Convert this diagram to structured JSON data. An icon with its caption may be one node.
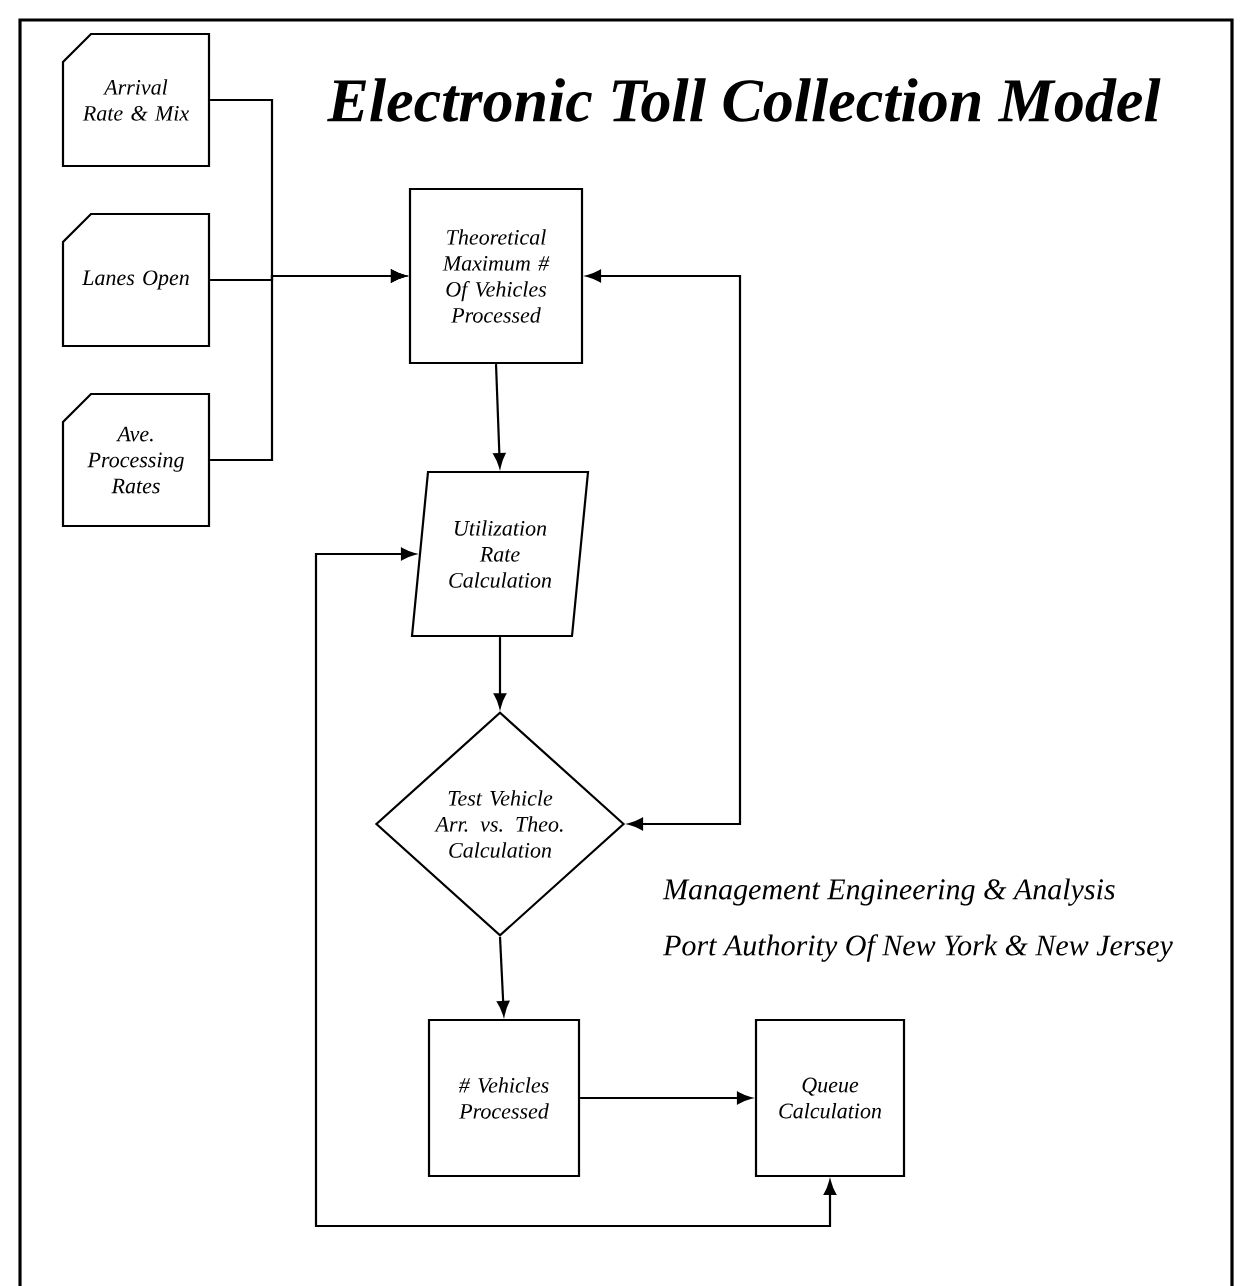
{
  "diagram": {
    "title": "Electronic Toll Collection Model",
    "nodes": [
      {
        "text": [
          "Arrival Rate & Mix"
        ]
      },
      {
        "text": [
          "Lanes Open"
        ]
      },
      {
        "text": [
          "Ave. Processing Rates"
        ]
      },
      {
        "text": [
          "Theoretical Maximum # Of Vehicles Processed"
        ]
      },
      {
        "text": [
          "Utilization Rate Calculation"
        ]
      },
      {
        "text": [
          "Test Vehicle Arr. vs. Theo. Calculation"
        ]
      },
      {
        "text": [
          "# Vehicles Processed"
        ]
      },
      {
        "text": [
          "Queue Calculation"
        ]
      }
    ],
    "edges": [
      {
        "from": 0,
        "to": 3,
        "arrow": "to"
      },
      {
        "from": 1,
        "to": 3,
        "arrow": "to"
      },
      {
        "from": 2,
        "to": 3,
        "arrow": "to"
      },
      {
        "from": 3,
        "to": 4,
        "arrow": "to"
      },
      {
        "from": 4,
        "to": 5,
        "arrow": "to"
      },
      {
        "from": 5,
        "to": 3,
        "arrow": "both"
      },
      {
        "from": 5,
        "to": 6,
        "arrow": "to"
      },
      {
        "from": 6,
        "to": 7,
        "arrow": "to"
      },
      {
        "from": 7,
        "to": 4,
        "arrow": "both"
      }
    ],
    "labels": [
      "Management Engineering & Analysis",
      "Port Authority Of New York & New Jersey"
    ]
  }
}
